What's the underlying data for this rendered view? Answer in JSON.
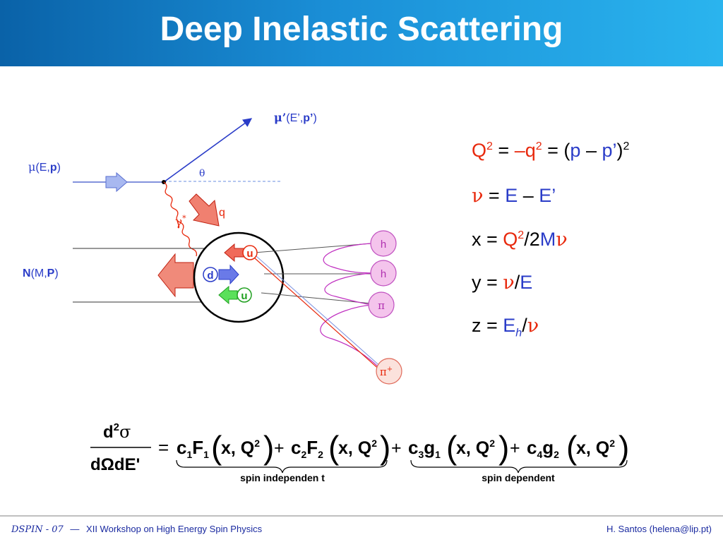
{
  "title": "Deep Inelastic Scattering",
  "diagram": {
    "mu_out_sym": "μ’",
    "mu_out_open": "(E’,",
    "mu_out_p": "p’",
    "mu_out_close": ")",
    "mu_in_sym": "μ",
    "mu_in_open": "(E,",
    "mu_in_p": "p",
    "mu_in_close": ")",
    "theta": "θ",
    "gamma": "γ",
    "gamma_sup": "*",
    "q": "q",
    "nucleon_N": "N",
    "nucleon_open": "(M,",
    "nucleon_P": "P",
    "nucleon_close": ")",
    "quark_u1": "u",
    "quark_d": "d",
    "quark_u2": "u",
    "hadron_h1": "h",
    "hadron_h2": "h",
    "hadron_pi": "π",
    "hadron_pi_plus": "π",
    "hadron_pi_plus_sup": "+"
  },
  "equations": {
    "q2_Q": "Q",
    "q2_exp": "2",
    "q2_eq1": " = ",
    "q2_minus_q": "–q",
    "q2_exp2": "2",
    "q2_eq2": " = (",
    "q2_p": "p",
    "q2_dash": " – ",
    "q2_pprime": "p’",
    "q2_close": ")",
    "q2_exp3": "2",
    "nu_sym": "ν",
    "nu_eq": " = ",
    "nu_E": "E",
    "nu_dash": " – ",
    "nu_Eprime": "E’",
    "x_var": "x = ",
    "x_Q": "Q",
    "x_exp": "2",
    "x_slash2": "/2",
    "x_M": "M",
    "x_nu": "ν",
    "y_var": "y = ",
    "y_nu": "ν",
    "y_slash": "/",
    "y_E": "E",
    "z_var": "z = ",
    "z_E": "E",
    "z_h": "h",
    "z_slash": "/",
    "z_nu": "ν"
  },
  "formula": {
    "num_d": "d",
    "num_exp": "2",
    "num_sigma": "σ",
    "den": "dΩdE'",
    "equals": "=",
    "c": "c",
    "F": "F",
    "g": "g",
    "sub1": "1",
    "sub2": "2",
    "sub3": "3",
    "sub4": "4",
    "args": "x, Q",
    "args_exp": "2",
    "plus": "+",
    "brace_label_1": "spin independen t",
    "brace_label_2": "spin dependent"
  },
  "footer": {
    "conference_short": "DSPIN - 07",
    "dash": "—",
    "conference_full": "XII Workshop on High Energy Spin Physics",
    "author": "H. Santos  (helena@lip.pt)"
  },
  "colors": {
    "header_start": "#0a62a8",
    "header_end": "#2ab4ee",
    "red": "#e8290d",
    "blue": "#2a3cc8",
    "magenta": "#c030c0"
  }
}
